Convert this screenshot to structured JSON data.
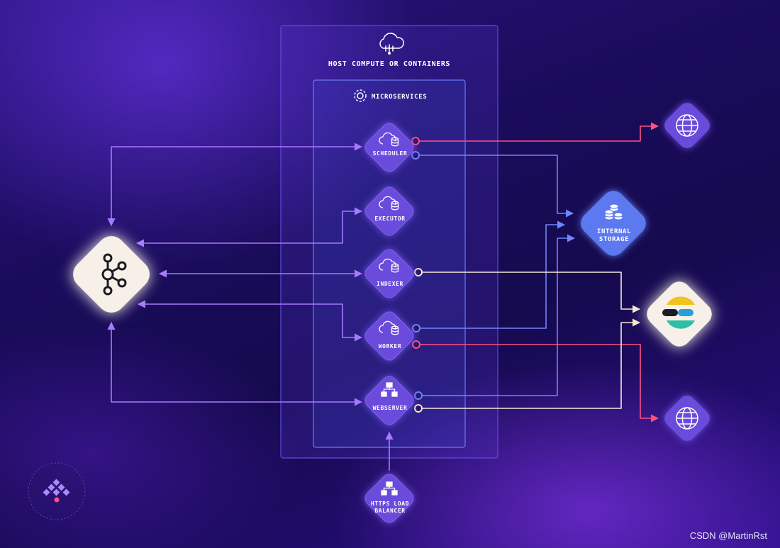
{
  "host": {
    "title": "HOST COMPUTE OR CONTAINERS",
    "icon": "cloud-network-icon"
  },
  "microservices": {
    "title": "MICROSERVICES",
    "icon": "gear-icon"
  },
  "services": {
    "scheduler": {
      "label": "SCHEDULER",
      "icon": "cloud-database-icon"
    },
    "executor": {
      "label": "EXECUTOR",
      "icon": "cloud-database-icon"
    },
    "indexer": {
      "label": "INDEXER",
      "icon": "cloud-database-icon"
    },
    "worker": {
      "label": "WORKER",
      "icon": "cloud-database-icon"
    },
    "webserver": {
      "label": "WEBSERVER",
      "icon": "network-hierarchy-icon"
    }
  },
  "load_balancer": {
    "line1": "HTTPS LOAD",
    "line2": "BALANCER",
    "icon": "network-hierarchy-icon"
  },
  "internal_storage": {
    "line1": "INTERNAL",
    "line2": "STORAGE",
    "icon": "coin-stack-icon"
  },
  "kafka": {
    "icon": "kafka-icon"
  },
  "elasticsearch": {
    "icon": "elasticsearch-icon"
  },
  "globe_top": {
    "icon": "globe-icon"
  },
  "globe_bottom": {
    "icon": "globe-icon"
  },
  "brand": {
    "icon": "kestra-logo-icon"
  },
  "watermark": "CSDN @MartinRst",
  "colors": {
    "purple_line": "#a779ff",
    "blue_line": "#6e86ff",
    "red_line": "#ff4f86",
    "cream_line": "#f3e9d6",
    "node_fill": "#6a4bdb",
    "storage_fill": "#5b79f0"
  }
}
